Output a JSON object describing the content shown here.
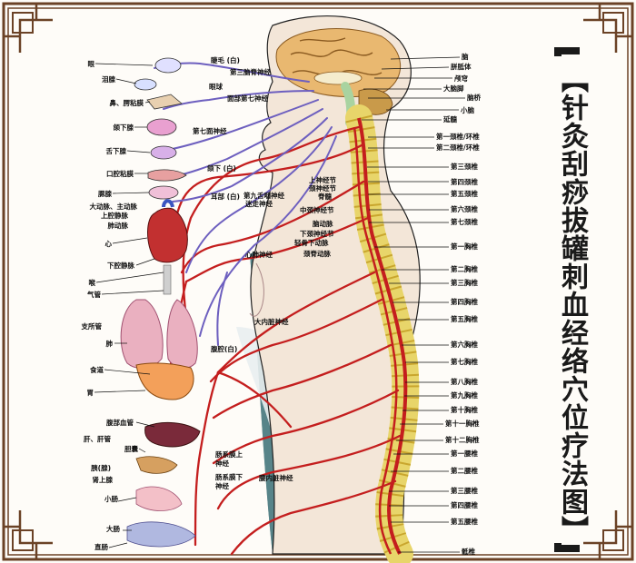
{
  "title": "【针灸刮痧拔罐刺血经络穴位疗法图】",
  "colors": {
    "frame": "#6b4226",
    "nerve": "#c41e1e",
    "nerve_blue": "#6d5fbf",
    "spine": "#e8d56a",
    "brain": "#e9b870",
    "water": "#2f5a63"
  },
  "labels_left": {
    "eye": "眼",
    "lacrimal": "泪腺",
    "nose_palate": "鼻、腭粘膜",
    "submandibular": "颌下腺",
    "sublingual": "舌下腺",
    "oral_mucosa": "口腔粘膜",
    "parotid": "腮腺",
    "aorta": "大动脉、主动脉",
    "svc": "上腔静脉",
    "pulmonary_artery": "肺动脉",
    "heart": "心",
    "ivc": "下腔静脉",
    "throat": "喉",
    "trachea": "气管",
    "bronchus": "支所管",
    "lung": "肺",
    "esophagus": "食道",
    "stomach": "胃",
    "abdominal_vessel": "腹部血管",
    "liver": "肝、肝管",
    "gallbladder": "胆囊",
    "pancreas": "胰(腺)",
    "adrenal": "肾上腺",
    "small_intestine": "小肠",
    "large_intestine": "大肠",
    "rectum": "直肠"
  },
  "labels_middle": {
    "ciliary": "睫毛 (白)",
    "ciliary_n3": "第三脑脊神经",
    "eyeball": "眼球",
    "facial_n7": "面部第七神经",
    "n7": "第七面神经",
    "submandibular_white": "颌下 (白)",
    "ear_white": "耳部 (白)",
    "n9": "第九舌咽神经",
    "vagus": "迷走神经",
    "sup_ganglion": "上神经节",
    "cervical_ganglion": "颈神经节",
    "spinal_cord": "脊髓",
    "mid_ganglion": "中颈神经节",
    "ganglion1": "脑动脉",
    "inf_ganglion": "下颈神经节",
    "ganglion2": "轻骨下动脉",
    "ganglion3": "颈脊动脉",
    "cardiopulmonary": "心肺神经",
    "visceral_major": "大内脏神经",
    "celiac": "腹腔(白)",
    "mesenteric_sup": "肠系膜上神经",
    "mesenteric_inf": "肠系膜下神经",
    "lumbar_visceral": "腰内脏神经"
  },
  "labels_right": {
    "brain": "脑",
    "corpus_callosum": "胼胝体",
    "fornix": "颅穹",
    "cerebral_peduncle": "大脑脚",
    "pons": "脑桥",
    "cerebellum": "小脑",
    "medulla": "延髓",
    "c1": "第一颈椎/环椎",
    "c2": "第二颈椎/环椎",
    "c3": "第三颈椎",
    "c4": "第四颈椎",
    "c5": "第五颈椎",
    "c6": "第六颈椎",
    "c7": "第七颈椎",
    "t1": "第一胸椎",
    "t2": "第二胸椎",
    "t3": "第三胸椎",
    "t4": "第四胸椎",
    "t5": "第五胸椎",
    "t6": "第六胸椎",
    "t7": "第七胸椎",
    "t8": "第八胸椎",
    "t9": "第九胸椎",
    "t10": "第十胸椎",
    "t11": "第十一胸椎",
    "t12": "第十二胸椎",
    "l1": "第一腰椎",
    "l2": "第二腰椎",
    "l3": "第三腰椎",
    "l4": "第四腰椎",
    "l5": "第五腰椎",
    "sacrum": "骶椎"
  }
}
